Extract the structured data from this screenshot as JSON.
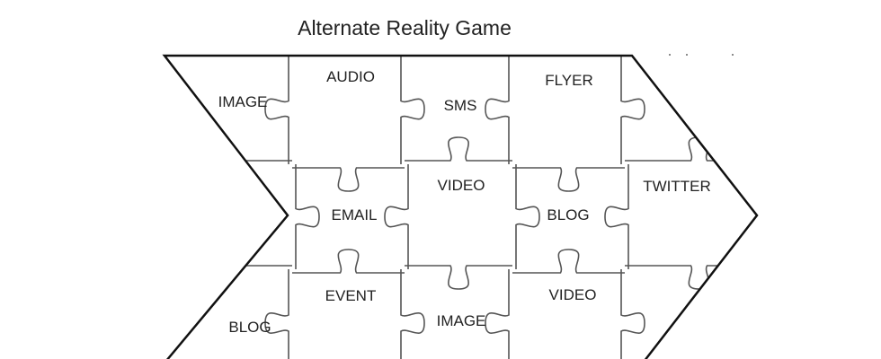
{
  "title": "Alternate Reality Game",
  "pieces": [
    {
      "label": "IMAGE"
    },
    {
      "label": "AUDIO"
    },
    {
      "label": "SMS"
    },
    {
      "label": "FLYER"
    },
    {
      "label": "VIDEO"
    },
    {
      "label": "EMAIL"
    },
    {
      "label": "BLOG"
    },
    {
      "label": "TWITTER"
    },
    {
      "label": "EVENT"
    },
    {
      "label": "IMAGE"
    },
    {
      "label": "VIDEO"
    },
    {
      "label": "BLOG"
    }
  ]
}
